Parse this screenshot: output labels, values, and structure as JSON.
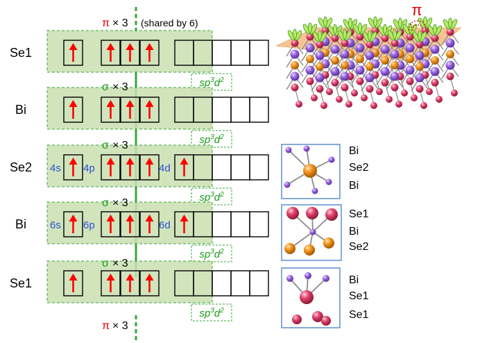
{
  "atoms": [
    "Se1",
    "Bi",
    "Se2",
    "Bi",
    "Se1"
  ],
  "bonds": {
    "pi": "π",
    "sigma": "σ",
    "times3": "× 3",
    "shared": "(shared by 6)"
  },
  "hybrid": {
    "base": "sp",
    "sup1": "3",
    "mid": "d",
    "sup2": "2"
  },
  "orbital_labels": {
    "se2": [
      "4s",
      "4p",
      "4d"
    ],
    "bi": [
      "6s",
      "6p",
      "6d"
    ]
  },
  "pi_symbol": "π",
  "legends": [
    [
      "Bi",
      "Se2",
      "Bi"
    ],
    [
      "Se1",
      "Bi",
      "Se2"
    ],
    [
      "Bi",
      "Se1",
      "Se1"
    ]
  ],
  "colors": {
    "green_fill": "#c9dfb0",
    "green_dash": "#3aa53a",
    "arrow": "#ff0000",
    "pi_text": "#e00000",
    "sigma_text": "#1a9a1a",
    "orbital_label": "#2b4fd6",
    "bi_atom": "#9a66e0",
    "se1_atom": "#e0406a",
    "se2_atom": "#f2921a",
    "plane": "#f3b070",
    "panel_border": "#5a8fd0"
  },
  "layers": [
    {
      "atom": "Se1",
      "arrows": [
        1,
        1,
        1,
        1,
        0,
        0,
        0,
        0,
        0
      ]
    },
    {
      "atom": "Bi",
      "arrows": [
        1,
        1,
        1,
        1,
        0,
        0,
        0,
        0,
        0
      ]
    },
    {
      "atom": "Se2",
      "arrows": [
        1,
        1,
        1,
        1,
        1,
        0,
        0,
        0,
        0
      ]
    },
    {
      "atom": "Bi",
      "arrows": [
        1,
        1,
        1,
        1,
        1,
        0,
        0,
        0,
        0
      ]
    },
    {
      "atom": "Se1",
      "arrows": [
        1,
        1,
        1,
        1,
        0,
        0,
        0,
        0,
        0
      ]
    }
  ]
}
